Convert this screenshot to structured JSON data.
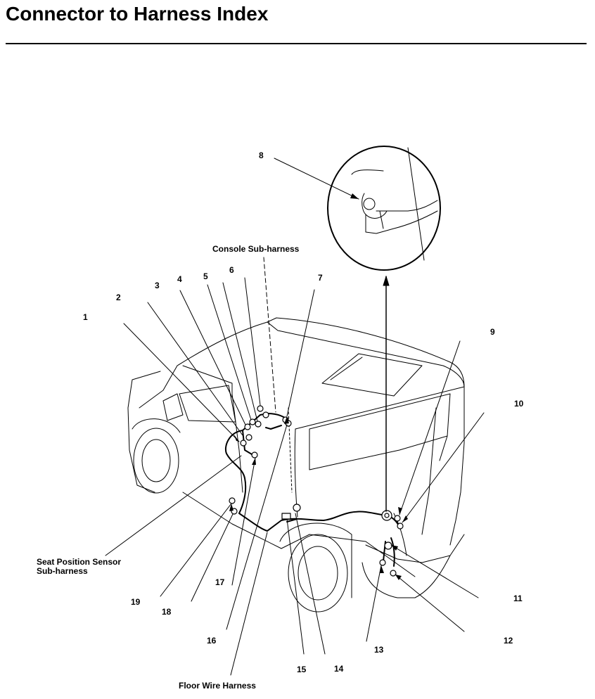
{
  "title": "Connector to Harness Index",
  "labels": {
    "console": "Console Sub-harness",
    "seat_line1": "Seat Position Sensor",
    "seat_line2": "Sub-harness",
    "floor": "Floor Wire Harness"
  },
  "connectors": [
    "1",
    "2",
    "3",
    "4",
    "5",
    "6",
    "7",
    "8",
    "9",
    "10",
    "11",
    "12",
    "13",
    "14",
    "15",
    "16",
    "17",
    "18",
    "19"
  ]
}
